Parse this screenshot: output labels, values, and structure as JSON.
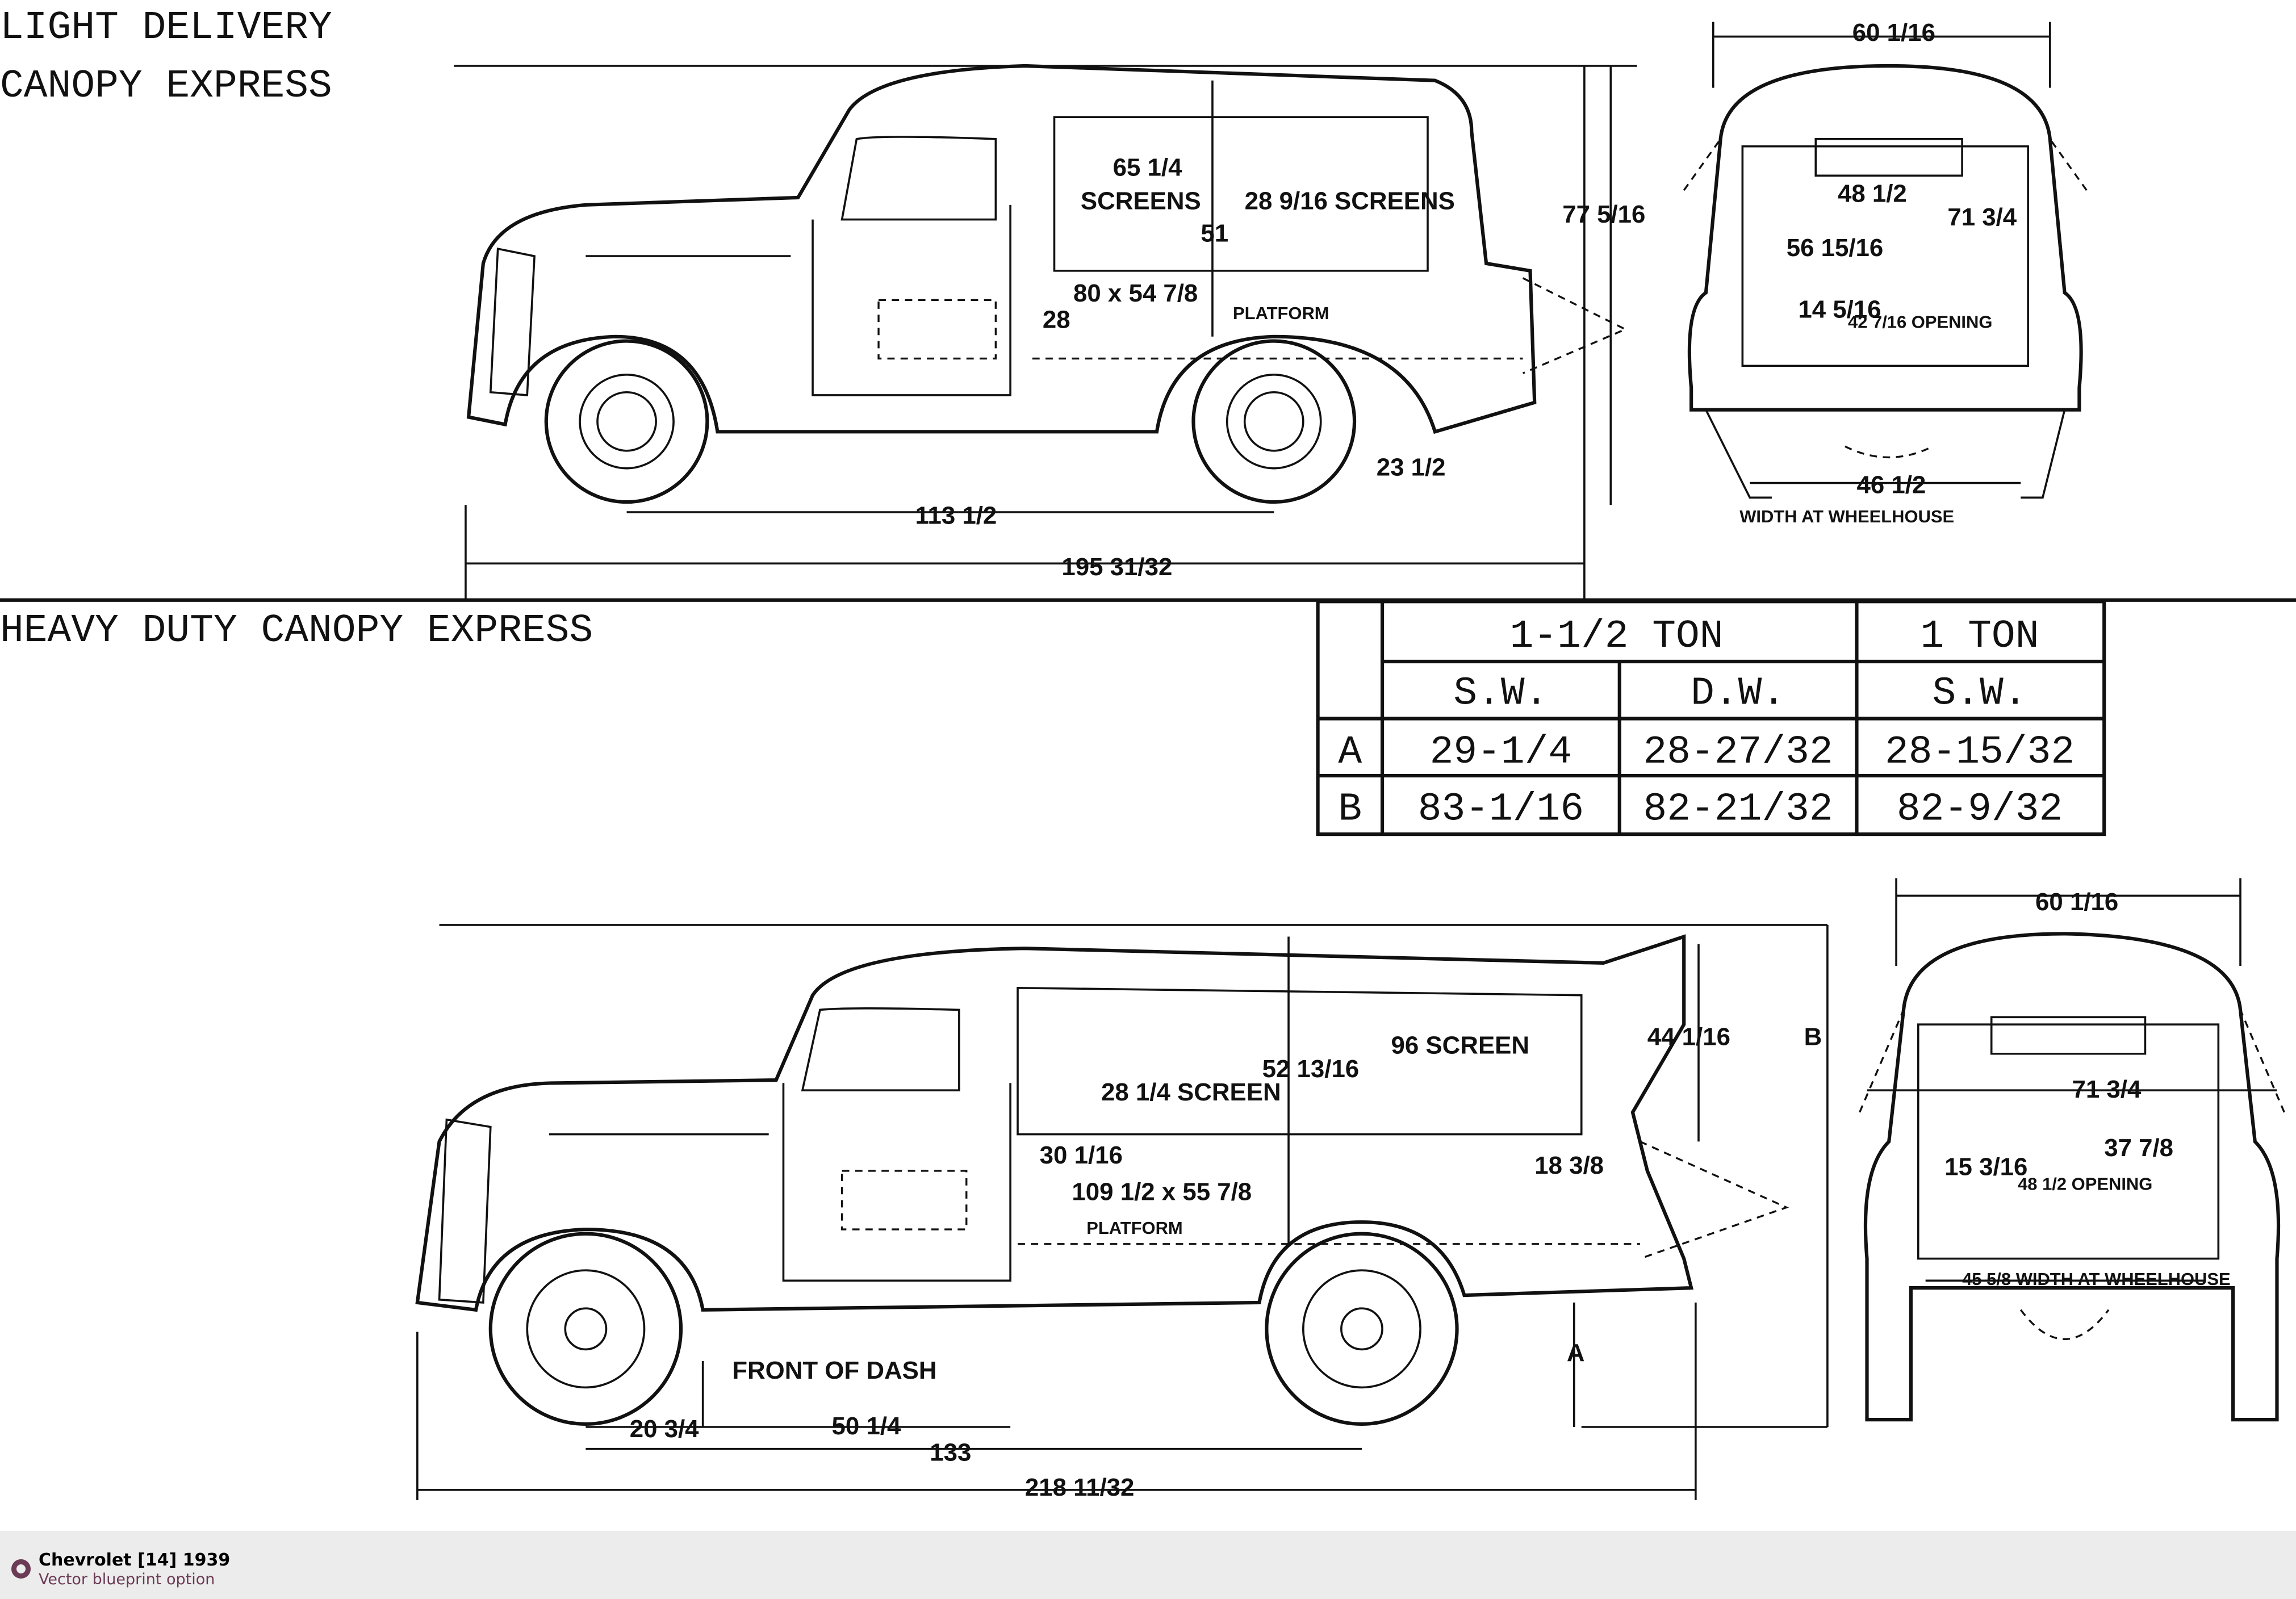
{
  "titles": {
    "top_line1": "LIGHT DELIVERY",
    "top_line2": "CANOPY EXPRESS",
    "bottom": "HEAVY DUTY CANOPY EXPRESS"
  },
  "top_dims": [
    "65 1/4",
    "SCREENS",
    "28 9/16 SCREENS",
    "51",
    "80 x 54 7/8",
    "28",
    "PLATFORM",
    "77 5/16",
    "23 1/2",
    "113 1/2",
    "195 31/32",
    "60 1/16",
    "48 1/2",
    "71 3/4",
    "56 15/16",
    "14 5/16",
    "42 7/16 OPENING",
    "46 1/2",
    "WIDTH AT WHEELHOUSE"
  ],
  "bottom_dims": [
    "96 SCREEN",
    "28 1/4 SCREEN",
    "52 13/16",
    "44 1/16",
    "B",
    "30 1/16",
    "109 1/2 x 55 7/8",
    "PLATFORM",
    "18 3/8",
    "A",
    "FRONT OF DASH",
    "20 3/4",
    "50 1/4",
    "133",
    "218 11/32",
    "60 1/16",
    "71 3/4",
    "15 3/16",
    "48 1/2 OPENING",
    "37 7/8",
    "45 5/8 WIDTH AT WHEELHOUSE"
  ],
  "table": {
    "groups": [
      "1-1/2 TON",
      "1 TON"
    ],
    "subheaders": [
      "S.W.",
      "D.W.",
      "S.W."
    ],
    "rows": [
      {
        "label": "A",
        "values": [
          "29-1/4",
          "28-27/32",
          "28-15/32"
        ]
      },
      {
        "label": "B",
        "values": [
          "83-1/16",
          "82-21/32",
          "82-9/32"
        ]
      }
    ]
  },
  "caption": {
    "title": "Chevrolet [14] 1939",
    "subtitle": "Vector blueprint option",
    "accent": "#6b3a55"
  }
}
